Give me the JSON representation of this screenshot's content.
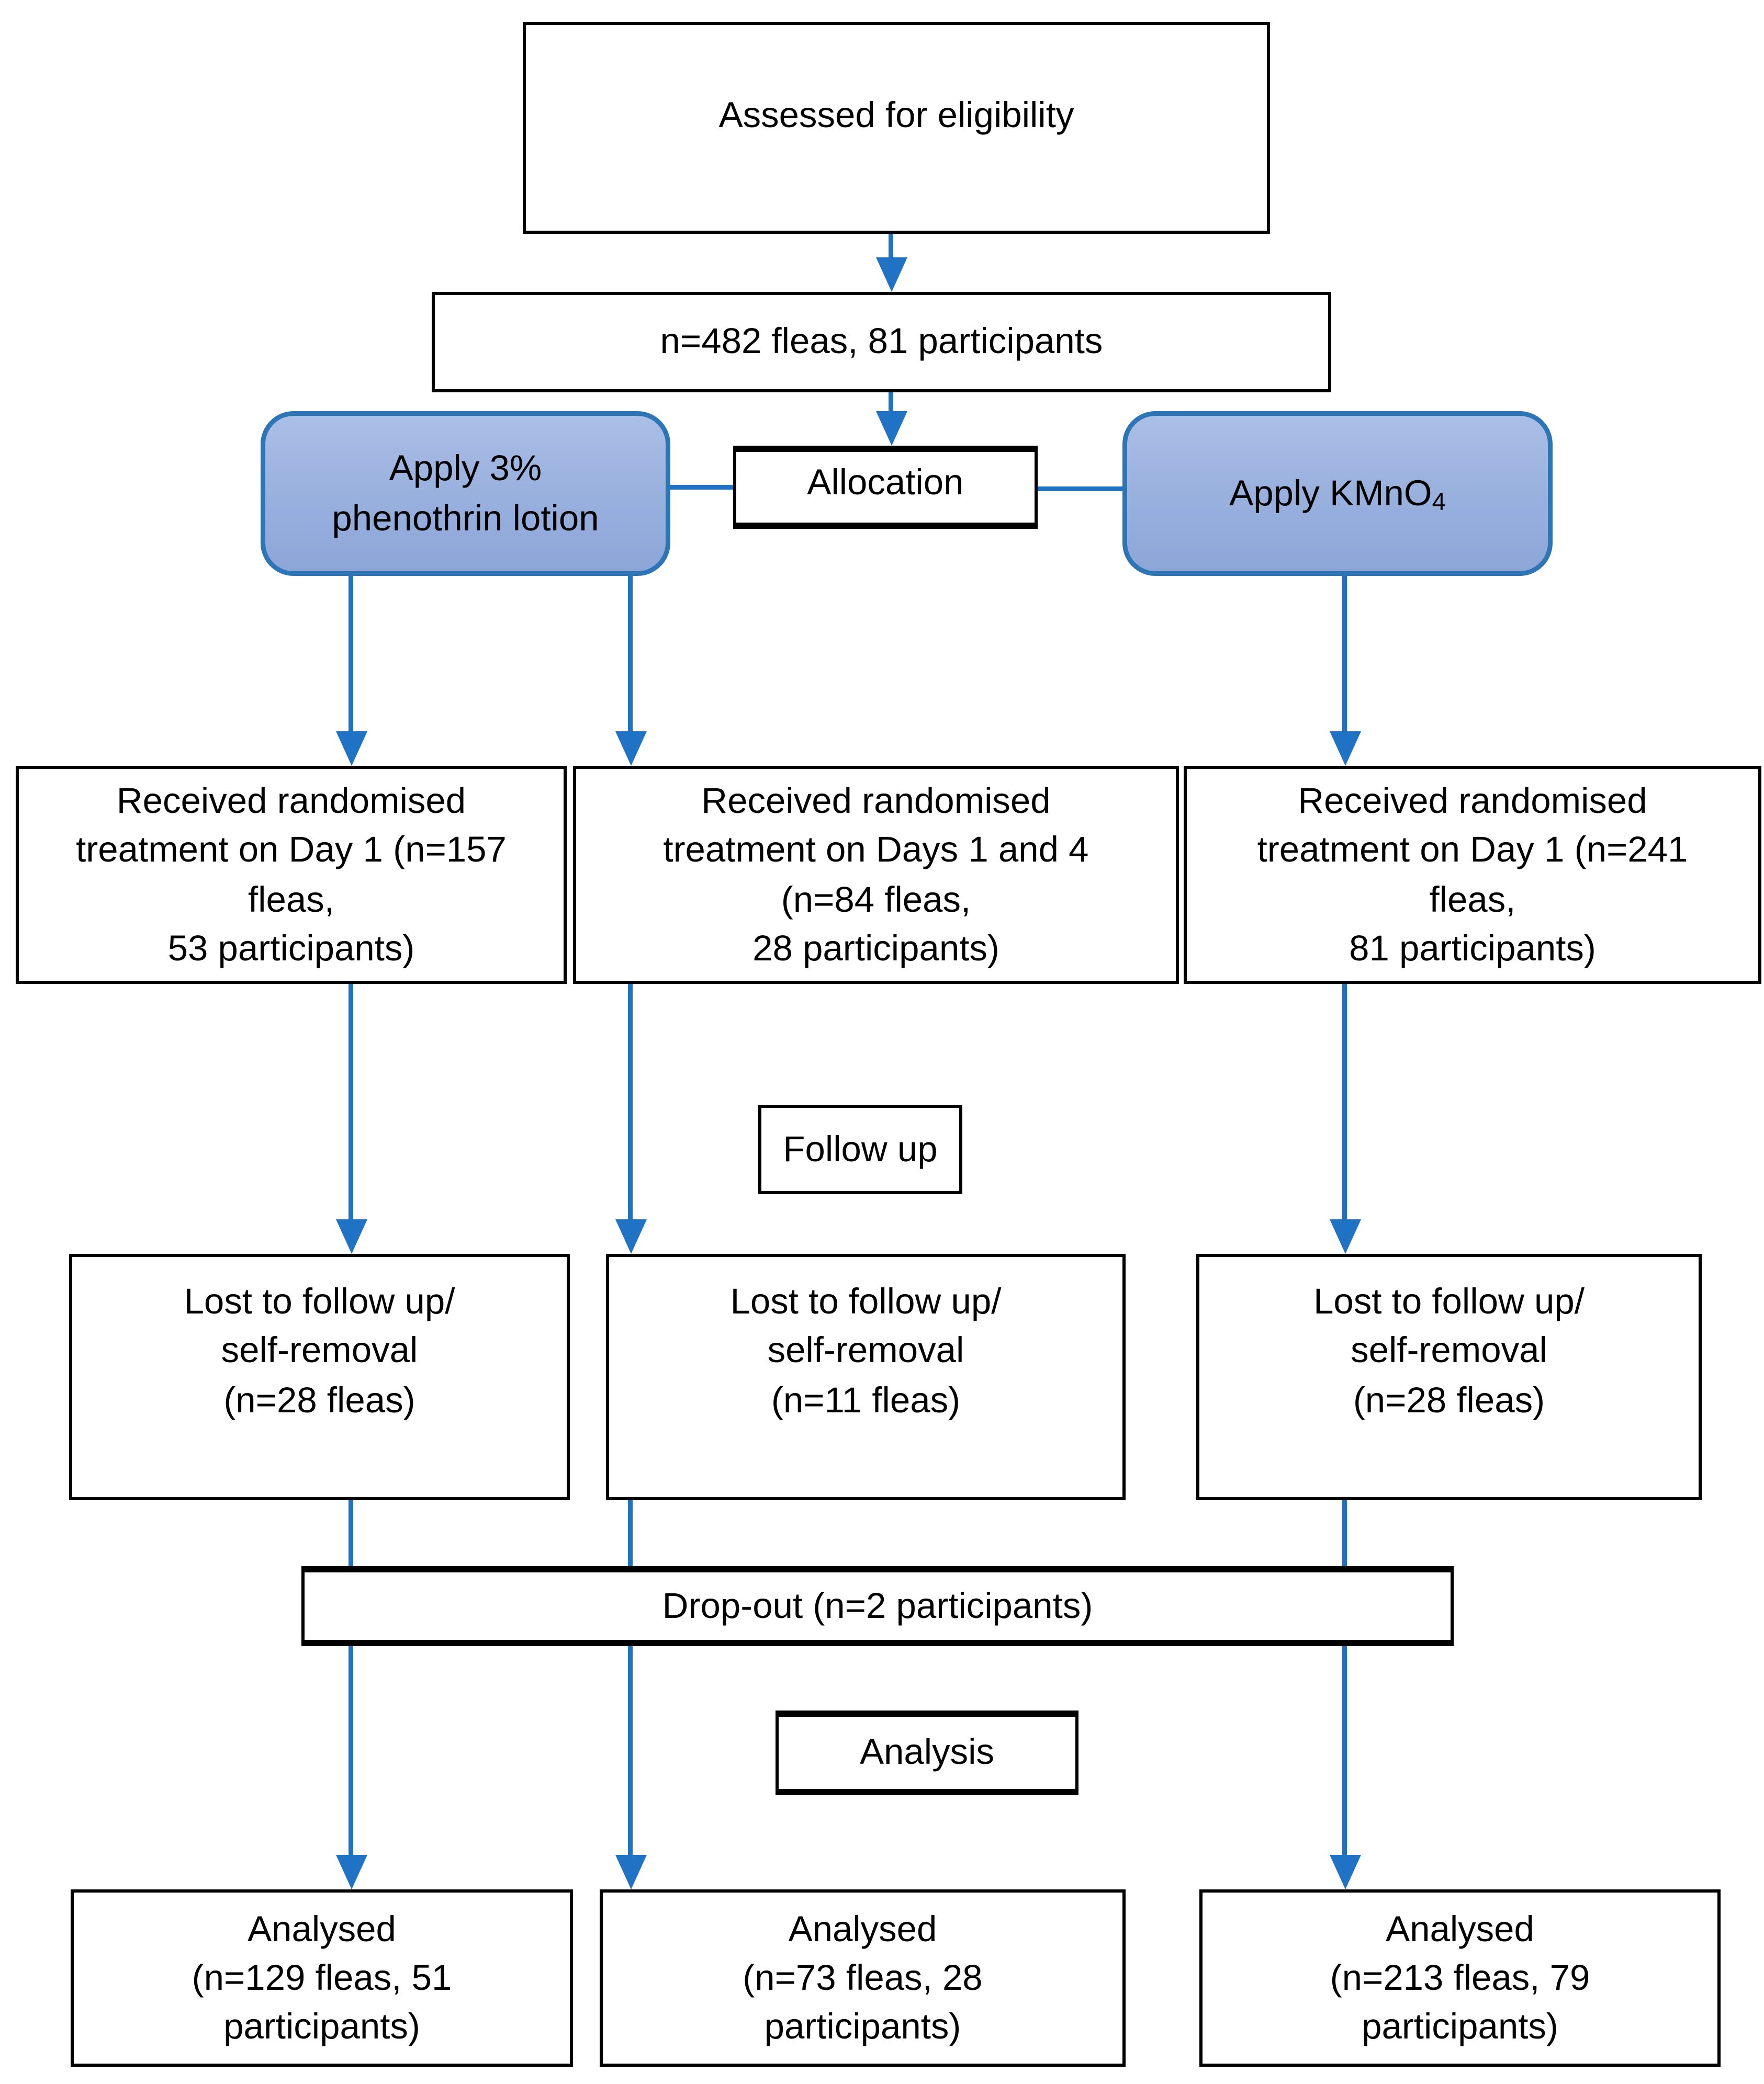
{
  "diagram_type": "flowchart",
  "colors": {
    "arrow_line": "#2072C4",
    "blue_box_border": "#2E75B6",
    "blue_box_fill_top": "#AABFE6",
    "blue_box_fill_bottom": "#8CA6D8",
    "box_border": "#000000",
    "text": "#000000",
    "background": "#ffffff"
  },
  "nodes": {
    "assessed": {
      "label": "Assessed for eligibility"
    },
    "enrolled": {
      "label": "n=482 fleas, 81 participants"
    },
    "arm_left": {
      "label": "Apply 3%\nphenothrin lotion"
    },
    "allocation": {
      "label": "Allocation"
    },
    "arm_right": {
      "base": "Apply KMnO",
      "subscript": "4"
    },
    "received": [
      {
        "label": "Received randomised\ntreatment on Day 1 (n=157\nfleas,\n53 participants)"
      },
      {
        "label": "Received randomised\ntreatment on Days 1 and 4\n(n=84 fleas,\n28 participants)"
      },
      {
        "label": "Received randomised\ntreatment on Day 1 (n=241\nfleas,\n81 participants)"
      }
    ],
    "follow_up": {
      "label": "Follow up"
    },
    "lost": [
      {
        "label": "Lost to follow up/\nself-removal\n(n=28 fleas)"
      },
      {
        "label": "Lost to follow up/\nself-removal\n(n=11 fleas)"
      },
      {
        "label": "Lost to follow up/\nself-removal\n(n=28 fleas)"
      }
    ],
    "dropout": {
      "label": "Drop-out (n=2 participants)"
    },
    "analysis": {
      "label": "Analysis"
    },
    "analysed": [
      {
        "label": "Analysed\n(n=129 fleas, 51\nparticipants)"
      },
      {
        "label": "Analysed\n(n=73 fleas, 28\nparticipants)"
      },
      {
        "label": "Analysed\n(n=213 fleas, 79\nparticipants)"
      }
    ]
  }
}
